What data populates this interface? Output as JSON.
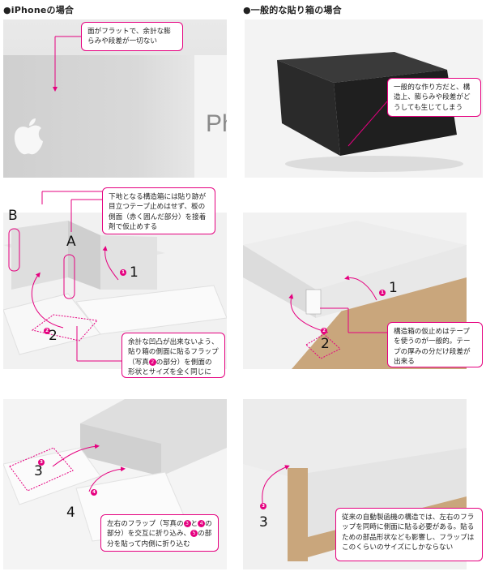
{
  "headings": {
    "left": "●iPhoneの場合",
    "right": "●一般的な貼り箱の場合"
  },
  "callouts": {
    "c1": "面がフラットで、余計な膨らみや段差が一切ない",
    "c2": "一般的な作り方だと、構造上、膨らみや段差がどうしても生じてしまう",
    "c3": "下地となる構造箱には貼り跡が目立つテープ止めはせず、板の側面（赤く囲んだ部分）を接着剤で仮止めする",
    "c4_a": "余計な凹凸が出来ないよう、貼り箱の側面に貼るフラップ（写真",
    "c4_b": "の部分）を側面の形状とサイズを全く同じに",
    "c5": "構造箱の仮止めはテープを使うのが一般的。テープの厚みの分だけ段差が出来る",
    "c6_a": "左右のフラップ（写真の",
    "c6_b": "と",
    "c6_c": "の部分）を交互に折り込み、",
    "c6_d": "の部分を貼って内側に折り込む",
    "c7": "従来の自動製函機の構造では、左右のフラップを同時に側面に貼る必要がある。貼るための部品形状なども影響し、フラップはこのくらいのサイズにしかならない"
  },
  "labels": {
    "A": "A",
    "B": "B",
    "n1": "1",
    "n2": "2",
    "n3": "3",
    "n4": "4",
    "d1": "1",
    "d2": "2",
    "d3": "3",
    "d4": "4",
    "logo_text": "Ph"
  },
  "colors": {
    "accent": "#e5007f",
    "kraft": "#c9a67c"
  }
}
